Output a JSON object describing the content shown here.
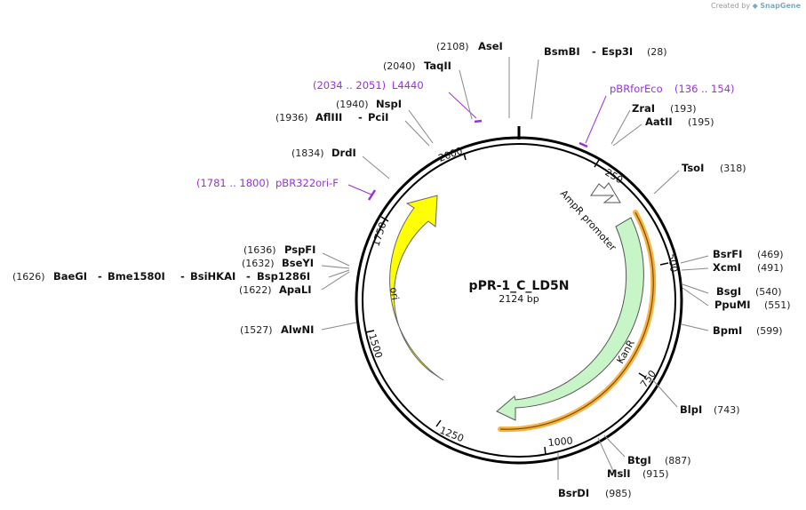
{
  "credit": {
    "prefix": "Created by",
    "brand": "SnapGene"
  },
  "plasmid": {
    "name": "pPR-1_C_LD5N",
    "length_label": "2124 bp"
  },
  "colors": {
    "ori": "#ffff00",
    "kanr": "#c8f5c8",
    "ampr_promoter": "#ffffff",
    "primer": "#9b30d9",
    "highlight": "#f5a623"
  },
  "ticks": [
    "250",
    "500",
    "750",
    "1000",
    "1250",
    "1500",
    "1750",
    "2000"
  ],
  "features": {
    "ori": "ori",
    "kanr": "KanR",
    "ampr": "AmpR promoter"
  },
  "right_sites": [
    {
      "name": "BsmBI",
      "alt": "Esp3I",
      "pos": "(28)"
    },
    {
      "name": "ZraI",
      "pos": "(193)"
    },
    {
      "name": "AatII",
      "pos": "(195)"
    },
    {
      "name": "TsoI",
      "pos": "(318)"
    },
    {
      "name": "BsrFI",
      "pos": "(469)"
    },
    {
      "name": "XcmI",
      "pos": "(491)"
    },
    {
      "name": "BsgI",
      "pos": "(540)"
    },
    {
      "name": "PpuMI",
      "pos": "(551)"
    },
    {
      "name": "BpmI",
      "pos": "(599)"
    },
    {
      "name": "BlpI",
      "pos": "(743)"
    },
    {
      "name": "BtgI",
      "pos": "(887)"
    },
    {
      "name": "MslI",
      "pos": "(915)"
    },
    {
      "name": "BsrDI",
      "pos": "(985)"
    }
  ],
  "left_sites": [
    {
      "name": "AseI",
      "pos": "(2108)"
    },
    {
      "name": "TaqII",
      "pos": "(2040)"
    },
    {
      "name": "NspI",
      "pos": "(1940)"
    },
    {
      "name": "AflIII",
      "alt": "PciI",
      "pos": "(1936)"
    },
    {
      "name": "DrdI",
      "pos": "(1834)"
    },
    {
      "name": "PspFI",
      "pos": "(1636)"
    },
    {
      "name": "BseYI",
      "pos": "(1632)"
    },
    {
      "name": "BaeGI",
      "alt": "Bme1580I",
      "alt2": "BsiHKAI",
      "alt3": "Bsp1286I",
      "pos": "(1626)"
    },
    {
      "name": "ApaLI",
      "pos": "(1622)"
    },
    {
      "name": "AlwNI",
      "pos": "(1527)"
    }
  ],
  "primers": [
    {
      "name": "pBRforEco",
      "range": "(136 .. 154)"
    },
    {
      "name": "L4440",
      "range": "(2034 .. 2051)"
    },
    {
      "name": "pBR322ori-F",
      "range": "(1781 .. 1800)"
    }
  ]
}
